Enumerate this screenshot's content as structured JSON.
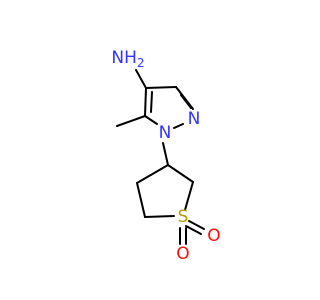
{
  "molecule": {
    "atoms": {
      "nh2": {
        "symbol": "NH",
        "subscript": "2"
      },
      "n1": "N",
      "n2": "N",
      "s": "S",
      "o1": "O",
      "o2": "O"
    },
    "colors": {
      "bond": "#000000",
      "nitrogen": "#3333ff",
      "sulfur": "#b3a100",
      "oxygen": "#ff0d0d",
      "background": "#ffffff"
    }
  }
}
